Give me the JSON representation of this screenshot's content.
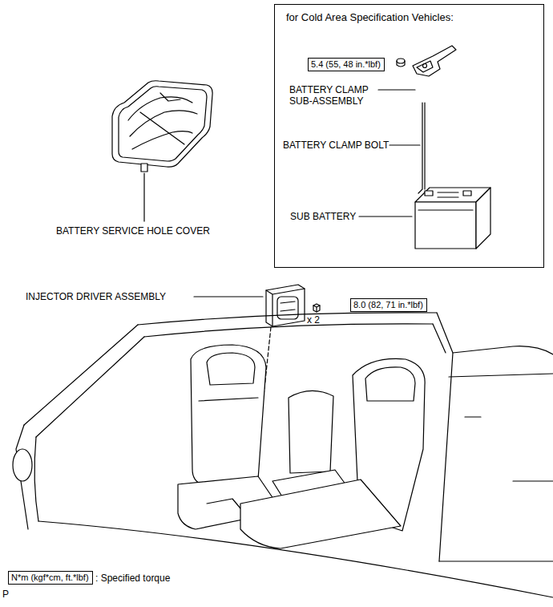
{
  "diagram": {
    "nodes": [
      {
        "text": [
          "for Cold Area Specification Vehicles:"
        ]
      },
      {
        "text": [
          "5.4 (55, 48 in.*lbf)"
        ],
        "in": 0
      },
      {
        "text": [
          "8.0 (82, 71 in.*lbf)"
        ]
      },
      {
        "text": [
          "N*m (kgf*cm, ft.*lbf)"
        ]
      }
    ],
    "labels": [
      "BATTERY CLAMP SUB-ASSEMBLY",
      "BATTERY CLAMP BOLT",
      "SUB BATTERY",
      "BATTERY SERVICE HOLE COVER",
      "INJECTOR DRIVER ASSEMBLY",
      "x 2",
      ": Specified torque",
      "P"
    ]
  }
}
